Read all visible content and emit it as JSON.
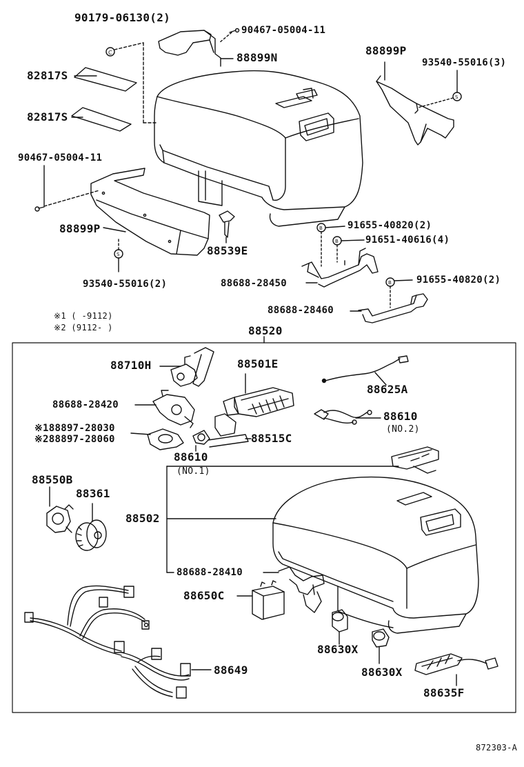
{
  "diagram": {
    "footnote_1": "※1 (      -9112)",
    "footnote_2": "※2 (9112-      )",
    "doc_code": "872303-A",
    "assembly_label": "88520",
    "parts": {
      "p90179": "90179-06130(2)",
      "p90467_top": "90467-05004-11",
      "p88899N": "88899N",
      "p88899P_right": "88899P",
      "p93540_3": "93540-55016(3)",
      "p82817S_a": "82817S",
      "p82817S_b": "82817S",
      "p90467_left": "90467-05004-11",
      "p88899P_left": "88899P",
      "p88539E": "88539E",
      "p93540_2": "93540-55016(2)",
      "p91655_a": "91655-40820(2)",
      "p91651": "91651-40616(4)",
      "p88688_28450": "88688-28450",
      "p91655_b": "91655-40820(2)",
      "p88688_28460": "88688-28460",
      "p88710H": "88710H",
      "p88501E": "88501E",
      "p88625A": "88625A",
      "p88688_28420": "88688-28420",
      "p88610_no2": "88610",
      "p88610_no2_sub": "(NO.2)",
      "p88897_28030": "※188897-28030",
      "p88897_28060": "※288897-28060",
      "p88515C": "88515C",
      "p88610_no1": "88610",
      "p88610_no1_sub": "(NO.1)",
      "p88550B": "88550B",
      "p88361": "88361",
      "p88502": "88502",
      "p88688_28410": "88688-28410",
      "p88650C": "88650C",
      "p88630X_a": "88630X",
      "p88630X_b": "88630X",
      "p88649": "88649",
      "p88635F": "88635F"
    }
  }
}
